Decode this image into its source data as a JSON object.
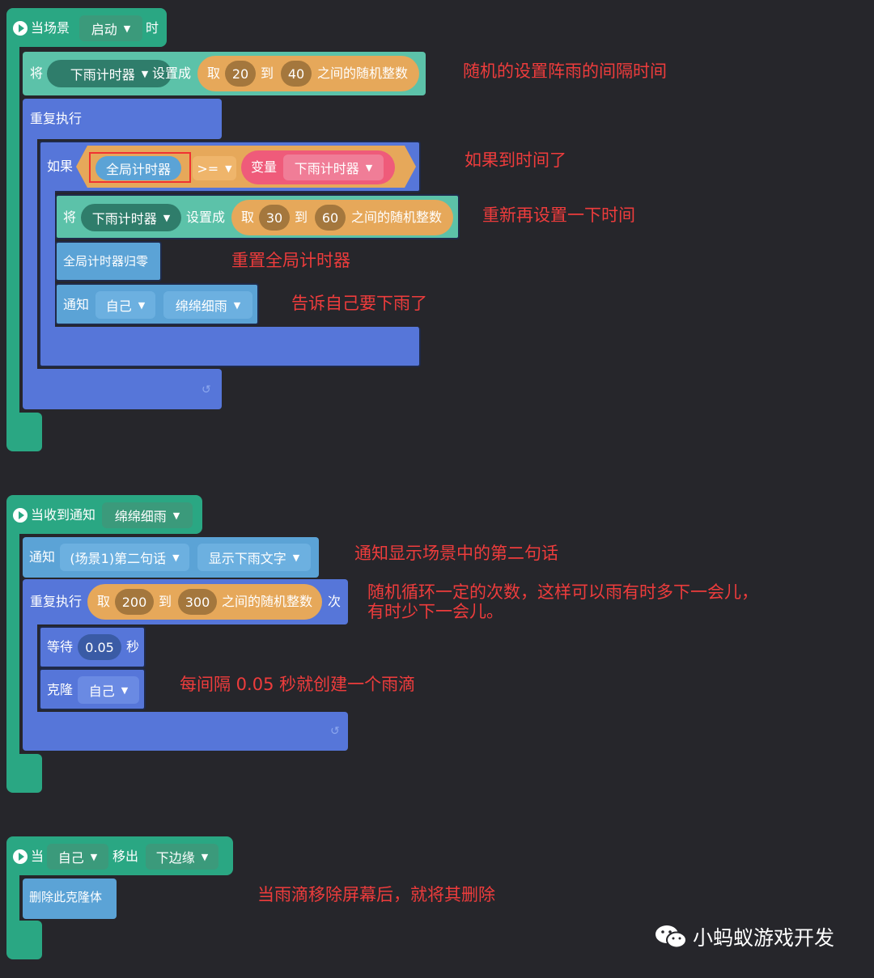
{
  "block1": {
    "hat_prefix": "当场景",
    "hat_dropdown": "启动",
    "hat_suffix": "时",
    "set1": {
      "verb": "将",
      "var": "下雨计时器",
      "set_to": "设置成",
      "take": "取",
      "min": "20",
      "to": "到",
      "max": "40",
      "random_int": "之间的随机整数"
    },
    "repeat": "重复执行",
    "if": "如果",
    "global_timer": "全局计时器",
    "operator": ">=",
    "variable_label": "变量",
    "variable_name": "下雨计时器",
    "set2": {
      "verb": "将",
      "var": "下雨计时器",
      "set_to": "设置成",
      "take": "取",
      "min": "30",
      "to": "到",
      "max": "60",
      "random_int": "之间的随机整数"
    },
    "reset_timer": "全局计时器归零",
    "notify": "通知",
    "notify_target": "自己",
    "notify_message": "绵绵细雨"
  },
  "block2": {
    "hat_label": "当收到通知",
    "hat_dropdown": "绵绵细雨",
    "notify": "通知",
    "notify_target": "(场景1)第二句话",
    "notify_message": "显示下雨文字",
    "repeat": "重复执行",
    "take": "取",
    "min": "200",
    "to": "到",
    "max": "300",
    "random_int": "之间的随机整数",
    "times": "次",
    "wait": "等待",
    "wait_value": "0.05",
    "seconds": "秒",
    "clone": "克隆",
    "clone_target": "自己"
  },
  "block3": {
    "hat_prefix": "当",
    "hat_target": "自己",
    "hat_mid": "移出",
    "hat_edge": "下边缘",
    "delete_clone": "删除此克隆体"
  },
  "annotations": {
    "a1": "随机的设置阵雨的间隔时间",
    "a2": "如果到时间了",
    "a3": "重新再设置一下时间",
    "a4": "重置全局计时器",
    "a5": "告诉自己要下雨了",
    "a6": "通知显示场景中的第二句话",
    "a7": "随机循环一定的次数，这样可以雨有时多下一会儿，",
    "a7b": "有时少下一会儿。",
    "a8": "每间隔 0.05 秒就创建一个雨滴",
    "a9": "当雨滴移除屏幕后，就将其删除"
  },
  "watermark": "小蚂蚁游戏开发",
  "colors": {
    "hat": "#2aa783",
    "action": "#5cc2a9",
    "control": "#5676d9",
    "operator": "#e6a85a",
    "variable": "#ef5b7a",
    "annotation": "#ee3c3c"
  }
}
